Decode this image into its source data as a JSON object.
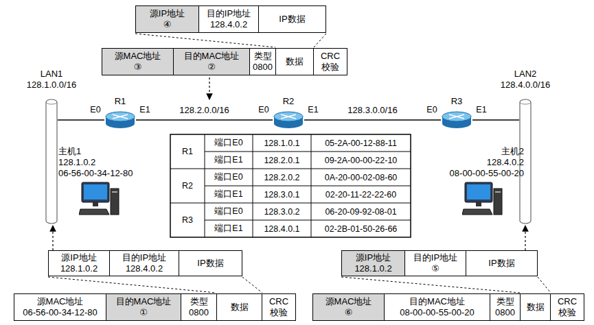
{
  "diagram": {
    "nodes": [
      {
        "text": [
          "源IP地址",
          "④"
        ]
      },
      {
        "text": [
          "目的IP地址",
          "128.4.0.2"
        ]
      },
      {
        "text": [
          "IP数据"
        ]
      },
      {
        "text": [
          "源MAC地址",
          "③"
        ]
      },
      {
        "text": [
          "目的MAC地址",
          "②"
        ]
      },
      {
        "text": [
          "类型",
          "0800"
        ]
      },
      {
        "text": [
          "数据"
        ]
      },
      {
        "text": [
          "CRC 校验"
        ]
      },
      {
        "text": [
          "LAN1",
          "128.1.0.0/16"
        ]
      },
      {
        "text": [
          "R1"
        ]
      },
      {
        "text": [
          "R2"
        ]
      },
      {
        "text": [
          "R3"
        ]
      },
      {
        "text": [
          "LAN2",
          "128.4.0.0/16"
        ]
      },
      {
        "text": [
          "主机1",
          "128.1.0.2",
          "06-56-00-34-12-80"
        ]
      },
      {
        "text": [
          "主机2",
          "128.4.0.2",
          "08-00-00-55-00-20"
        ]
      },
      {
        "text": [
          "源IP地址",
          "128.1.0.2"
        ]
      },
      {
        "text": [
          "目的IP地址",
          "128.4.0.2"
        ]
      },
      {
        "text": [
          "IP数据"
        ]
      },
      {
        "text": [
          "源MAC地址",
          "06-56-00-34-12-80"
        ]
      },
      {
        "text": [
          "目的MAC地址",
          "①"
        ]
      },
      {
        "text": [
          "类型",
          "0800"
        ]
      },
      {
        "text": [
          "数据"
        ]
      },
      {
        "text": [
          "CRC 校验"
        ]
      },
      {
        "text": [
          "源IP地址",
          "128.1.0.2"
        ]
      },
      {
        "text": [
          "目的IP地址",
          "⑤"
        ]
      },
      {
        "text": [
          "IP数据"
        ]
      },
      {
        "text": [
          "源MAC地址",
          "⑥"
        ]
      },
      {
        "text": [
          "目的MAC地址",
          "08-00-00-55-00-20"
        ]
      },
      {
        "text": [
          "类型",
          "0800"
        ]
      },
      {
        "text": [
          "数据"
        ]
      },
      {
        "text": [
          "CRC 校验"
        ]
      }
    ],
    "edges": [
      {
        "from": 8,
        "to": 9,
        "arrow": "none"
      },
      {
        "from": 9,
        "to": 10,
        "label": "128.2.0.0/16",
        "arrow": "none"
      },
      {
        "from": 10,
        "to": 11,
        "label": "128.3.0.0/16",
        "arrow": "none"
      },
      {
        "from": 11,
        "to": 12,
        "arrow": "none"
      },
      {
        "from": 15,
        "to": 8,
        "arrow": "to"
      },
      {
        "from": 25,
        "to": 12,
        "arrow": "to"
      }
    ],
    "labels": [
      "E0",
      "E1",
      "E0",
      "E1",
      "E0",
      "E1",
      "R1",
      "端口E0",
      "128.1.0.1",
      "05-2A-00-12-88-11",
      "端口E1",
      "128.2.0.1",
      "09-2A-00-00-22-10",
      "R2",
      "端口E0",
      "128.2.0.2",
      "0A-20-00-02-08-60",
      "端口E1",
      "128.3.0.1",
      "02-20-11-22-22-60",
      "R3",
      "端口E0",
      "128.3.0.2",
      "06-20-09-92-08-01",
      "端口E1",
      "128.4.0.1",
      "02-2B-01-50-26-66"
    ]
  }
}
